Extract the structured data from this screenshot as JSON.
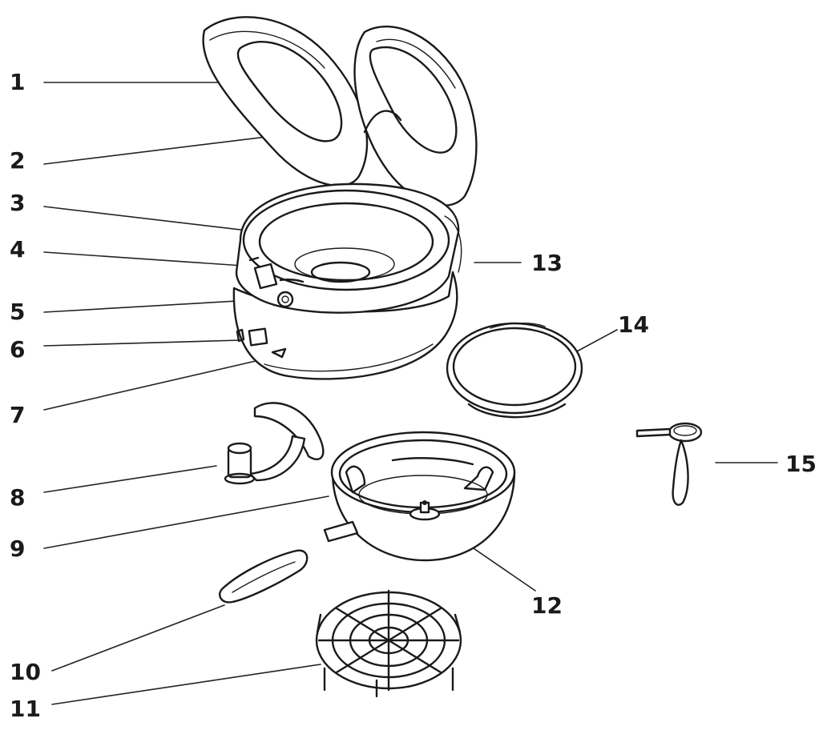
{
  "labels": [
    "1",
    "2",
    "3",
    "4",
    "5",
    "6",
    "7",
    "8",
    "9",
    "10",
    "11",
    "12",
    "13",
    "14",
    "15"
  ],
  "colors": {
    "ink": "#1a1a1a",
    "background": "#ffffff"
  }
}
